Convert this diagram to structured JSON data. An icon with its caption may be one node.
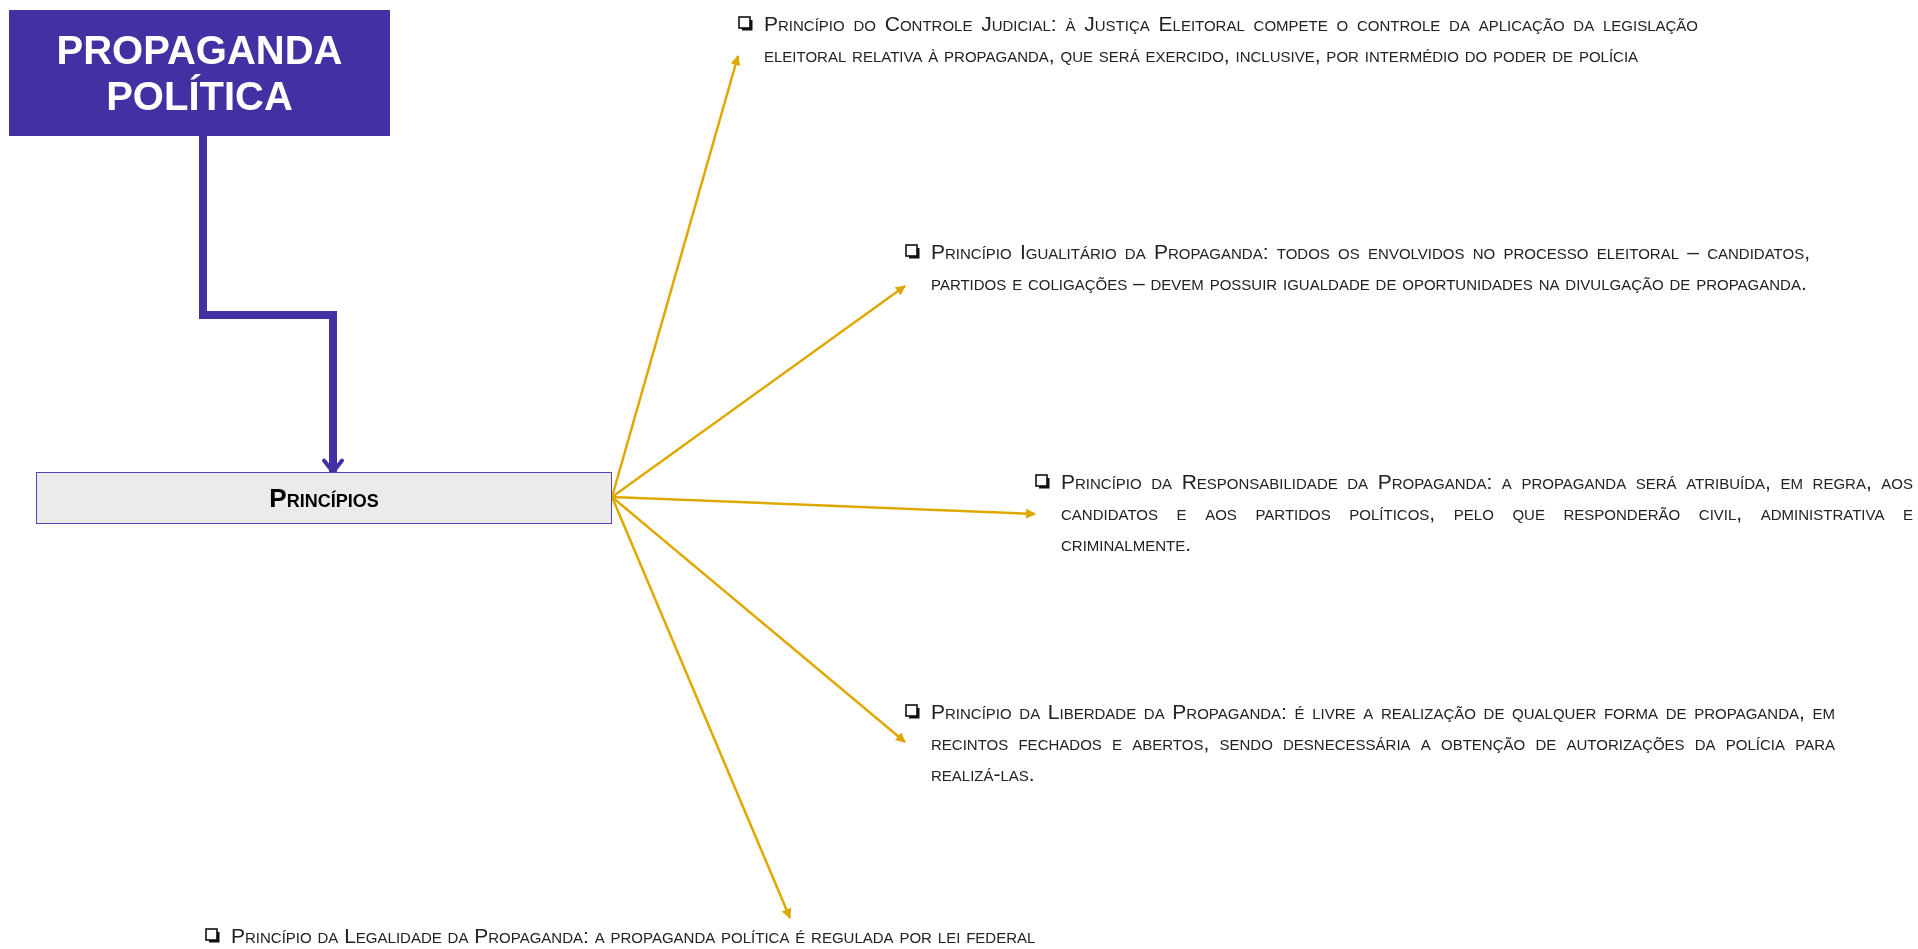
{
  "diagram": {
    "nodes": [
      {
        "text": [
          "PROPAGANDA POLÍTICA"
        ]
      },
      {
        "text": [
          "Princípios"
        ]
      },
      {
        "text": [
          "Princípio do Controle Judicial: à Justiça Eleitoral compete o controle da aplicação da legislação eleitoral relativa à propaganda, que será exercido, inclusive, por intermédio do poder de polícia"
        ]
      },
      {
        "text": [
          "Princípio Igualitário da Propaganda: todos os envolvidos no processo eleitoral – candidatos, partidos e coligações – devem possuir igualdade de oportunidades na divulgação de propaganda."
        ]
      },
      {
        "text": [
          "Princípio da Responsabilidade da Propaganda: a propaganda será atribuída, em regra, aos candidatos e aos partidos políticos, pelo que responderão civil, administrativa e criminalmente."
        ]
      },
      {
        "text": [
          "Princípio da Liberdade da Propaganda: é livre a realização de qualquer forma de propaganda, em recintos fechados e abertos, sendo desnecessária a obtenção de autorizações da polícia para realizá-las."
        ]
      },
      {
        "text": [
          "Princípio da Legalidade da Propaganda: a propaganda política é regulada por lei federal"
        ]
      }
    ],
    "edges": [
      {
        "from": 0,
        "to": 1,
        "arrow": "to",
        "style": "thick",
        "color": "#4331a4"
      },
      {
        "from": 1,
        "to": 2,
        "arrow": "to"
      },
      {
        "from": 1,
        "to": 3,
        "arrow": "to"
      },
      {
        "from": 1,
        "to": 4,
        "arrow": "to"
      },
      {
        "from": 1,
        "to": 5,
        "arrow": "to"
      },
      {
        "from": 1,
        "to": 6,
        "arrow": "to"
      }
    ]
  }
}
